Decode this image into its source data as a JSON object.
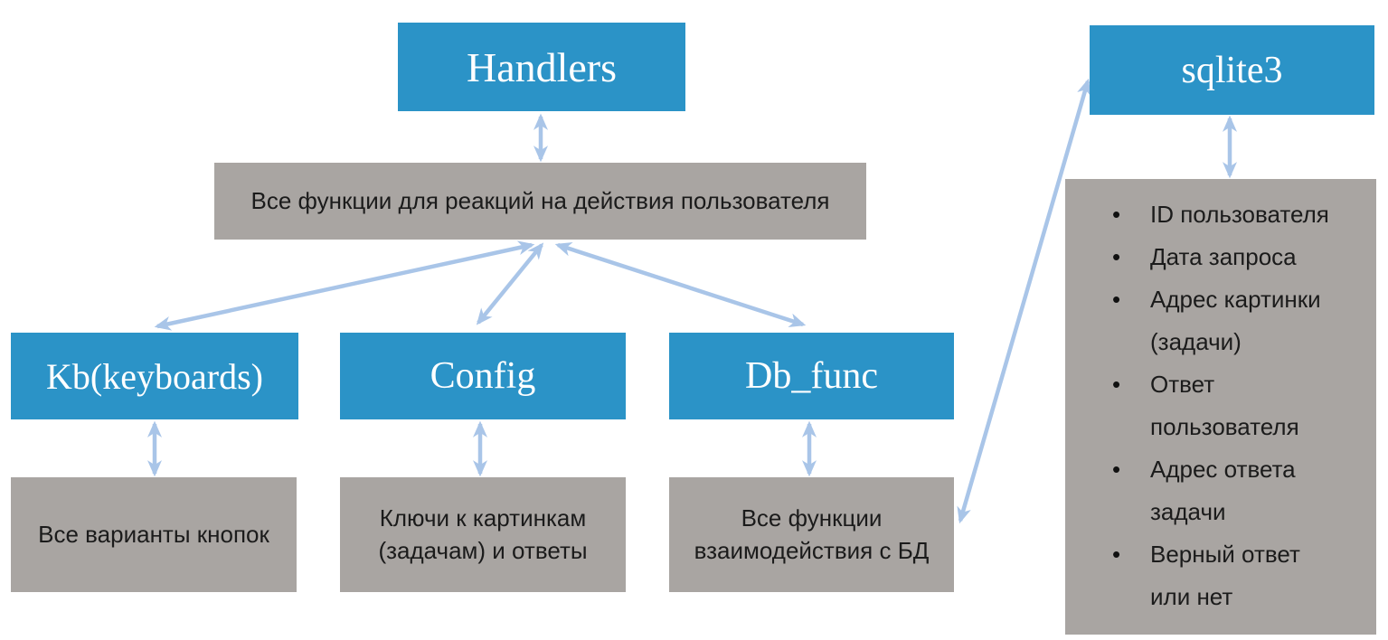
{
  "palette": {
    "box_blue": "#2b93c7",
    "box_gray": "#a9a5a2",
    "arrow_blue": "#a9c5e8",
    "title_text": "#ffffff",
    "body_text": "#1b1b1b"
  },
  "diagram": {
    "handlers": {
      "title": "Handlers",
      "description": "Все функции для реакций на действия  пользователя"
    },
    "modules": [
      {
        "id": "kb",
        "title": "Kb(keyboards)",
        "description": "Все варианты кнопок"
      },
      {
        "id": "config",
        "title": "Config",
        "description": "Ключи к картинкам (задачам) и ответы"
      },
      {
        "id": "db_func",
        "title": "Db_func",
        "description": "Все функции взаимодействия с БД"
      }
    ],
    "database": {
      "title": "sqlite3",
      "fields": [
        "ID пользователя",
        "Дата запроса",
        "Адрес картинки (задачи)",
        "Ответ пользователя",
        "Адрес ответа задачи",
        "Верный ответ или нет"
      ]
    }
  }
}
